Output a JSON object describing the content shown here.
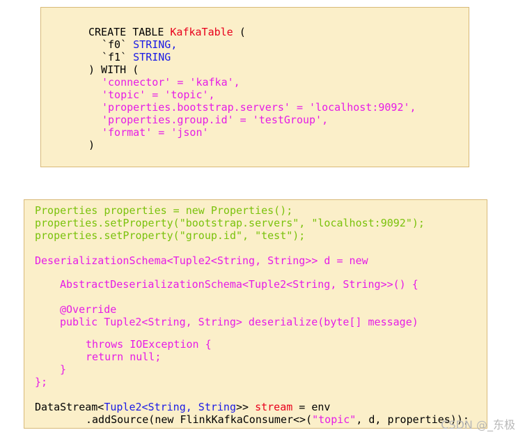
{
  "sql_block": {
    "l1_kw": "CREATE TABLE ",
    "l1_name": "KafkaTable",
    "l1_paren": " (",
    "l2_field": "`f0`",
    "l2_type": " STRING,",
    "l3_field": "`f1`",
    "l3_type": " STRING",
    "l4": ") WITH (",
    "l5": "'connector' = 'kafka',",
    "l6": "'topic' = 'topic',",
    "l7": "'properties.bootstrap.servers' = 'localhost:9092',",
    "l8": "'properties.group.id' = 'testGroup',",
    "l9": "'format' = 'json'",
    "l10": ")"
  },
  "java_block": {
    "l1": "Properties properties = new Properties();",
    "l2": "properties.setProperty(\"bootstrap.servers\", \"localhost:9092\");",
    "l3": "properties.setProperty(\"group.id\", \"test\");",
    "l4": "DeserializationSchema<Tuple2<String, String>> d = new",
    "l5": "AbstractDeserializationSchema<Tuple2<String, String>>() {",
    "l6": "@Override",
    "l7": "public Tuple2<String, String> deserialize(byte[] message)",
    "l8": "throws IOException {",
    "l9": "return null;",
    "l10": "}",
    "l11": "};",
    "l12_a": "DataStream<",
    "l12_b": "Tuple2<String, String",
    "l12_c": ">> ",
    "l12_d": "stream",
    "l12_e": " = env",
    "l13_a": ".addSource(new FlinkKafkaConsumer<>(",
    "l13_b": "\"topic\"",
    "l13_c": ", d, properties));"
  },
  "watermark": "CSDN @_东极",
  "colors": {
    "keyword": "#000000",
    "table_name": "#e8001c",
    "field_type": "#1a1ae6",
    "string_literal": "#e61ce6",
    "java_plain": "#7ac20c",
    "background": "#fbefc9"
  }
}
